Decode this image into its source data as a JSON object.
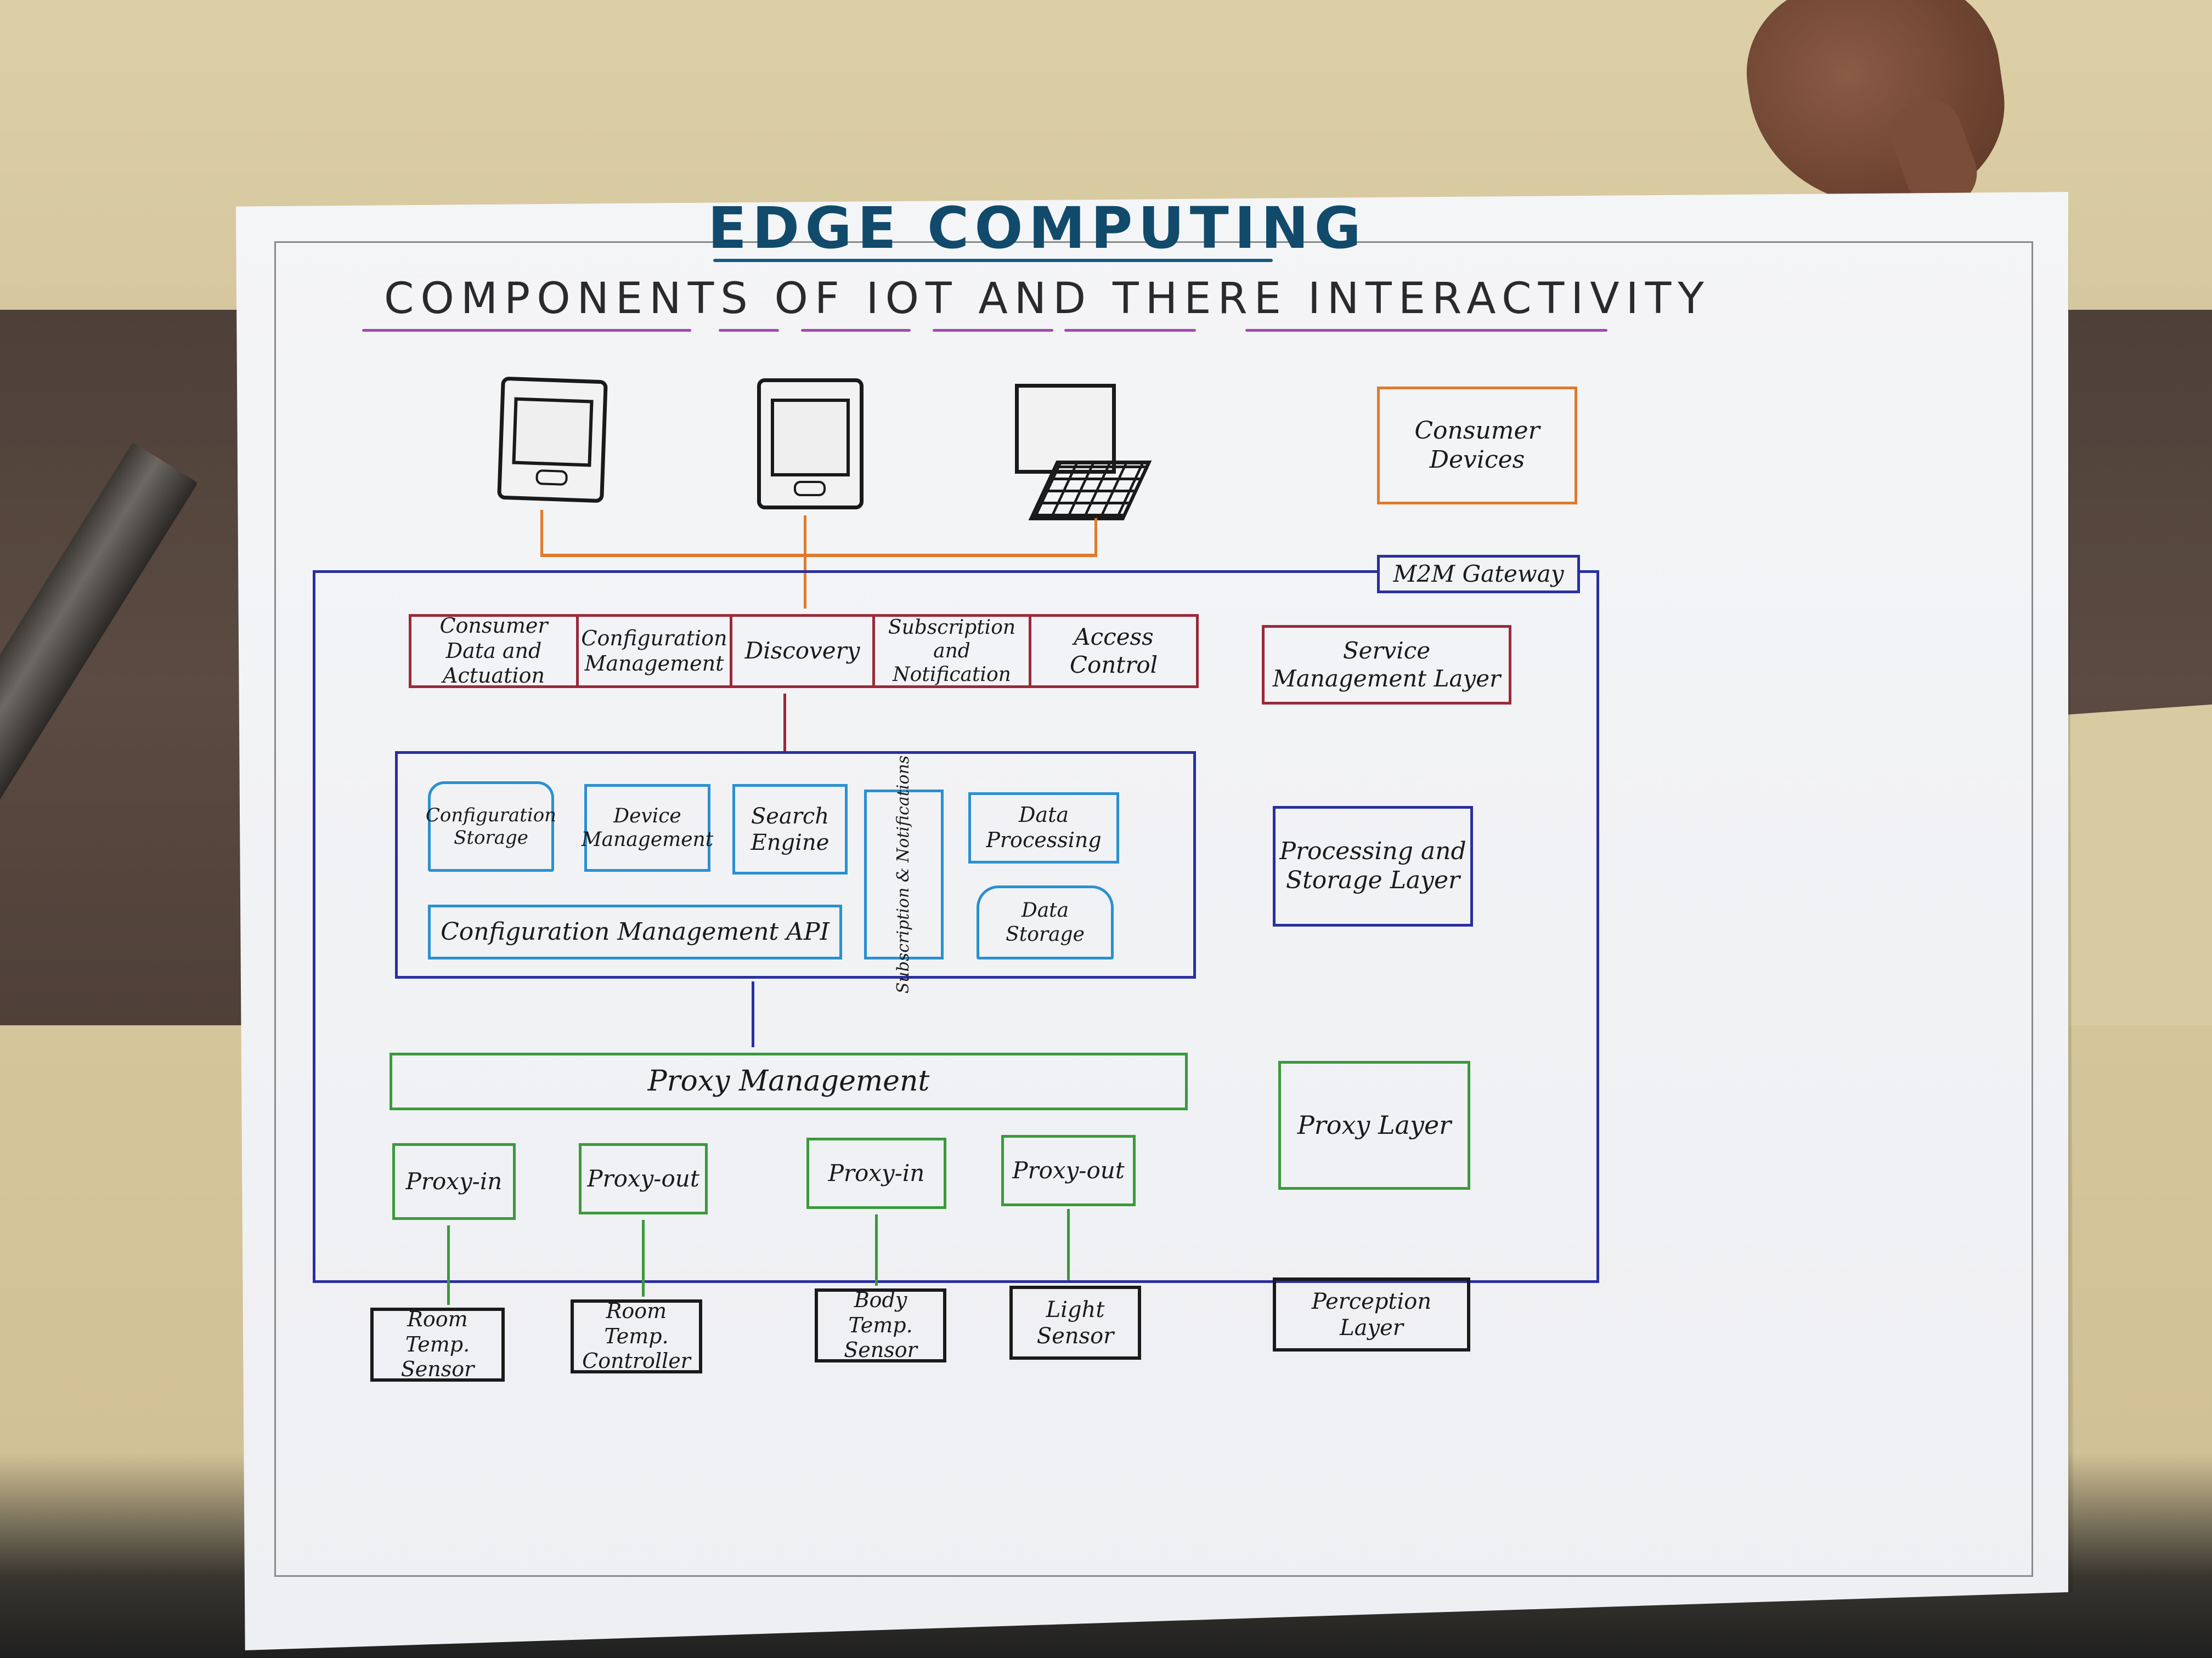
{
  "diagram": {
    "title": "EDGE COMPUTING",
    "subtitle": "COMPONENTS OF IOT AND THERE INTERACTIVITY",
    "layers": {
      "consumer_devices": "Consumer Devices",
      "m2m_gateway": "M2M Gateway",
      "service_management": "Service Management Layer",
      "processing_storage": "Processing and Storage Layer",
      "proxy_layer": "Proxy Layer",
      "perception_layer": "Perception Layer"
    },
    "service_row": {
      "consumer_data": "Consumer Data and Actuation",
      "configuration_management": "Configuration Management",
      "discovery": "Discovery",
      "subscription_notification": "Subscription and Notification",
      "access_control": "Access Control"
    },
    "processing": {
      "configuration_storage": "Configuration Storage",
      "device_management": "Device Management",
      "search_engine": "Search Engine",
      "subscription_notifications": "Subscription & Notifications",
      "data_processing": "Data Processing",
      "configuration_management_api": "Configuration Management API",
      "data_storage": "Data Storage"
    },
    "proxy": {
      "proxy_management": "Proxy Management",
      "proxy_in_1": "Proxy-in",
      "proxy_out_1": "Proxy-out",
      "proxy_in_2": "Proxy-in",
      "proxy_out_2": "Proxy-out"
    },
    "sensors": {
      "room_temp_sensor": "Room Temp. Sensor",
      "room_temp_controller": "Room Temp. Controller",
      "body_temp_sensor": "Body Temp. Sensor",
      "light_sensor": "Light Sensor"
    }
  },
  "colors": {
    "title": "#114a6b",
    "orange": "#e07a2a",
    "navy": "#2a2fa0",
    "red": "#9a2a3a",
    "blue": "#2a90d0",
    "green": "#3a9a3a"
  }
}
